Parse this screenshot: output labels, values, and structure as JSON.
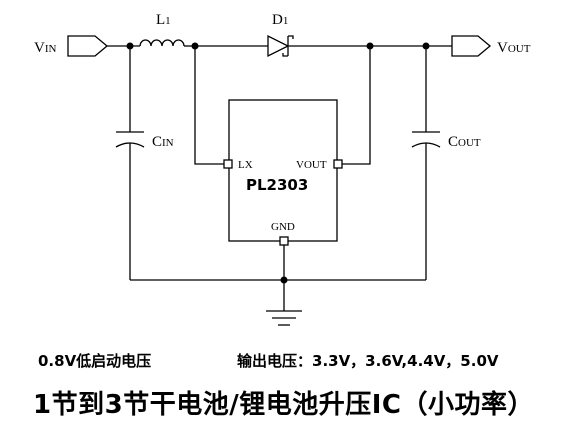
{
  "schematic": {
    "vin_label": {
      "main": "V",
      "sub": "IN"
    },
    "vout_label": {
      "main": "V",
      "sub": "OUT"
    },
    "inductor_label": {
      "main": "L",
      "sub": "1"
    },
    "diode_label": {
      "main": "D",
      "sub": "1"
    },
    "cin_label": {
      "main": "C",
      "sub": "IN"
    },
    "cout_label": {
      "main": "C",
      "sub": "OUT"
    },
    "chip": {
      "name": "PL2303",
      "pin_lx": "LX",
      "pin_vout": "VOUT",
      "pin_gnd": "GND"
    }
  },
  "captions": {
    "startup": "0.8V低启动电压",
    "output": "输出电压：3.3V，3.6V,4.4V，5.0V",
    "headline": "1节到3节干电池/锂电池升压IC（小功率）"
  }
}
